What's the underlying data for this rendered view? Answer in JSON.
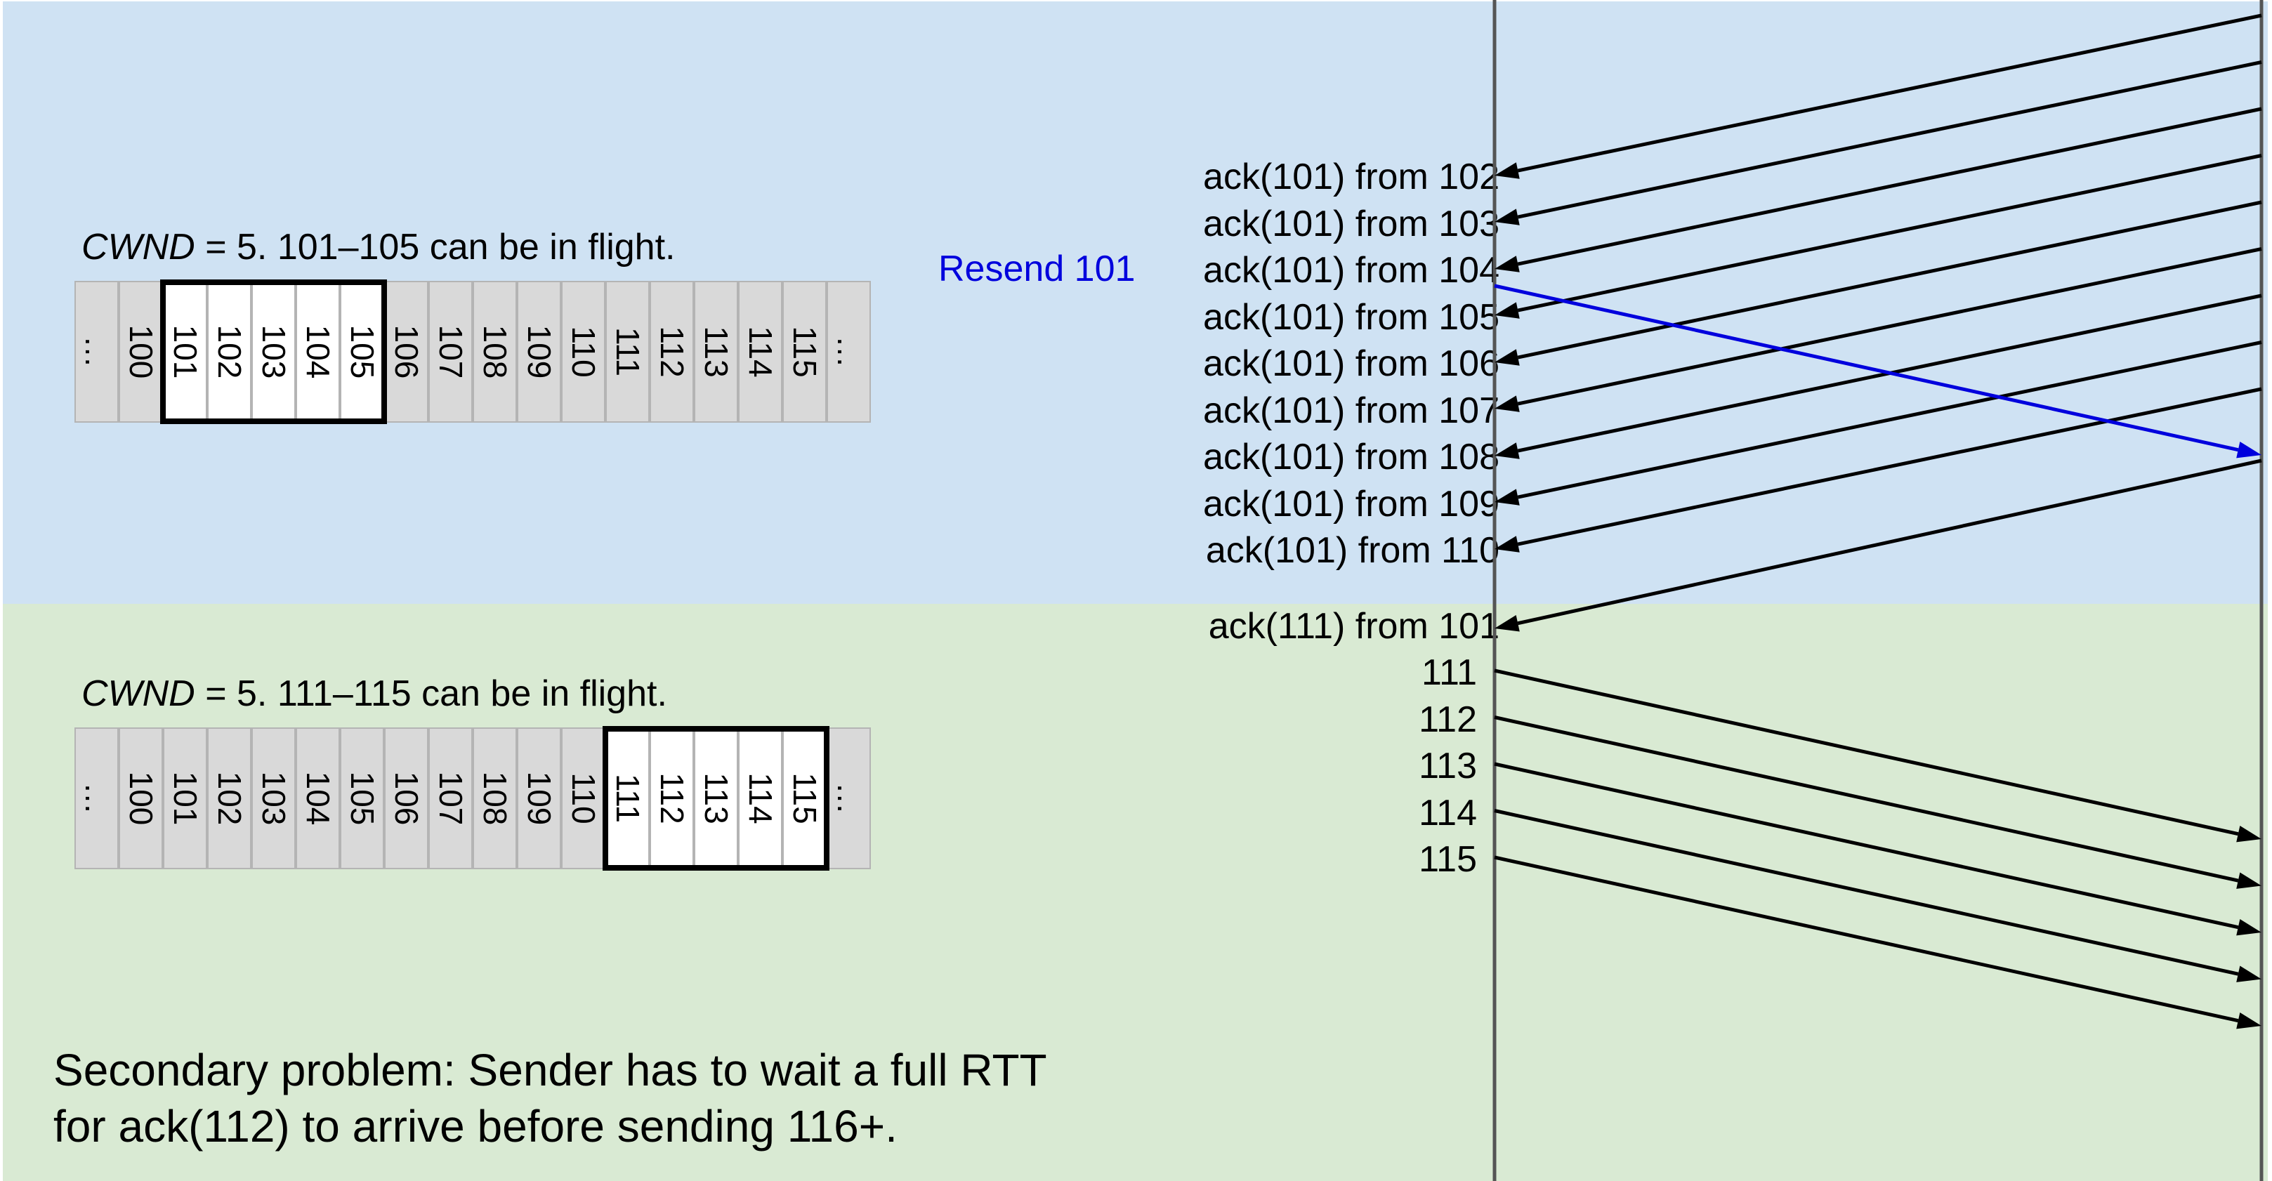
{
  "top_panel": {
    "caption_var": "CWND",
    "caption_rest": " = 5. 101–105 can be in flight.",
    "cells": [
      "…",
      "100",
      "101",
      "102",
      "103",
      "104",
      "105",
      "106",
      "107",
      "108",
      "109",
      "110",
      "111",
      "112",
      "113",
      "114",
      "115",
      "…"
    ],
    "window_range": [
      2,
      6
    ]
  },
  "bottom_panel": {
    "caption_var": "CWND",
    "caption_rest": " = 5. 111–115 can be in flight.",
    "cells": [
      "…",
      "100",
      "101",
      "102",
      "103",
      "104",
      "105",
      "106",
      "107",
      "108",
      "109",
      "110",
      "111",
      "112",
      "113",
      "114",
      "115",
      "…"
    ],
    "window_range": [
      12,
      16
    ]
  },
  "timeline": {
    "ack_labels": [
      "ack(101) from 102",
      "ack(101) from 103",
      "ack(101) from 104",
      "ack(101) from 105",
      "ack(101) from 106",
      "ack(101) from 107",
      "ack(101) from 108",
      "ack(101) from 109",
      "ack(101) from 110"
    ],
    "final_ack_label": "ack(111) from 101",
    "resend_label": "Resend 101",
    "send_labels": [
      "111",
      "112",
      "113",
      "114",
      "115"
    ]
  },
  "note": {
    "line1": "Secondary problem: Sender has to wait a full RTT",
    "line2": "for ack(112) to arrive before sending 116+."
  },
  "colors": {
    "top_background": "#cfe2f3",
    "bottom_background": "#d9ead3",
    "resend_blue": "#0000dd",
    "arrow_black": "#000000"
  }
}
